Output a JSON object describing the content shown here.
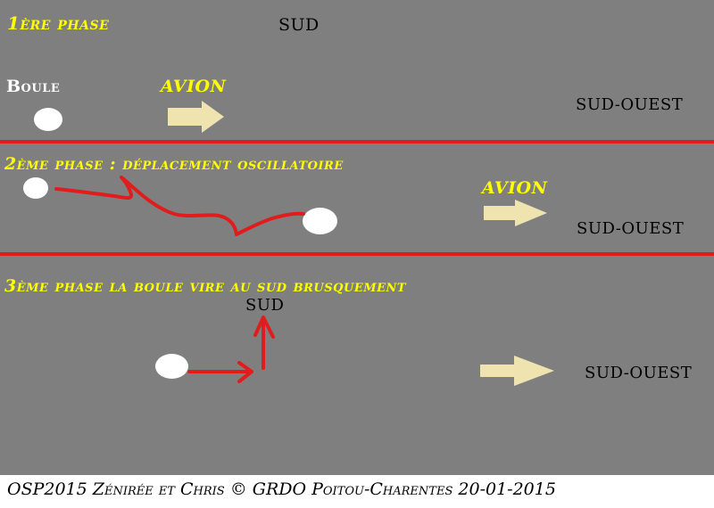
{
  "phase1": {
    "title": "1ère phase",
    "south_label": "SUD",
    "ball_label": "Boule",
    "plane_label": "AVION",
    "southwest_label": "SUD-OUEST"
  },
  "phase2": {
    "title": "2ème phase : déplacement oscillatoire",
    "plane_label": "AVION",
    "southwest_label": "SUD-OUEST"
  },
  "phase3": {
    "title": "3ème phase la boule vire au sud brusquement",
    "south_label": "SUD",
    "southwest_label": "SUD-OUEST"
  },
  "footer": {
    "credit": "OSP2015 Zénirée et Chris © GRDO Poitou-Charentes  20-01-2015"
  },
  "colors": {
    "background": "#7f7f7f",
    "divider": "#e01c1c",
    "trajectory": "#e01c1c",
    "arrow": "#efe4b0",
    "title": "#ffff00",
    "ball": "#ffffff"
  }
}
